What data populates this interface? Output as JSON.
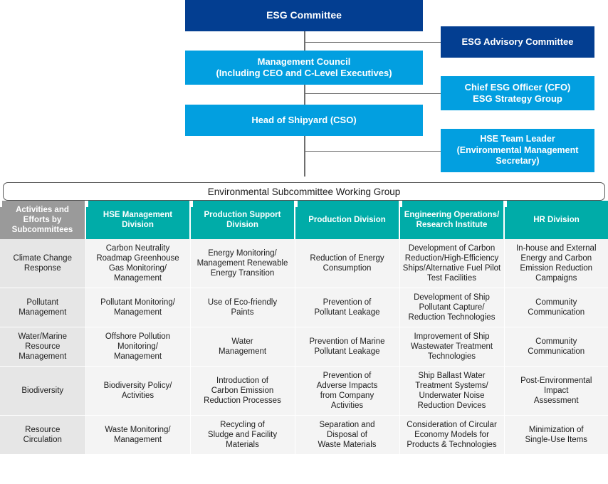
{
  "org_chart": {
    "nodes": [
      {
        "id": "esg-committee",
        "label": "ESG Committee",
        "color": "#033E91"
      },
      {
        "id": "mgmt-council",
        "label": "Management Council\n(Including CEO and C-Level Executives)",
        "color": "#029FE0"
      },
      {
        "id": "head-shipyard",
        "label": "Head of Shipyard (CSO)",
        "color": "#029FE0"
      },
      {
        "id": "advisory-committee",
        "label": "ESG Advisory Committee",
        "color": "#033E91"
      },
      {
        "id": "chief-esg-officer",
        "label": "Chief ESG Officer (CFO)\nESG Strategy Group",
        "color": "#029FE0"
      },
      {
        "id": "hse-team-leader",
        "label": "HSE Team Leader\n(Environmental Management\nSecretary)",
        "color": "#029FE0"
      }
    ],
    "nodes_text": {
      "esg_committee": "ESG Committee",
      "mgmt_council_line1": "Management Council",
      "mgmt_council_line2": "(Including CEO and C-Level Executives)",
      "head_shipyard": "Head of Shipyard (CSO)",
      "advisory_committee": "ESG Advisory Committee",
      "chief_esg_officer_line1": "Chief ESG Officer (CFO)",
      "chief_esg_officer_line2": "ESG Strategy Group",
      "hse_team_leader_line1": "HSE Team Leader",
      "hse_team_leader_line2": "(Environmental Management",
      "hse_team_leader_line3": "Secretary)"
    },
    "connector_color": "#6e6e6e"
  },
  "banner": {
    "title": "Environmental Subcommittee Working Group",
    "border_color": "#555555",
    "background": "#FFFFFF"
  },
  "matrix": {
    "header_accent": "#00ACA8",
    "rowlabel_header_color": "#9A9A9A",
    "columns": [
      "Activities and\nEfforts by\nSubcommittees",
      "HSE Management\nDivision",
      "Production Support\nDivision",
      "Production Division",
      "Engineering Operations/\nResearch Institute",
      "HR Division"
    ],
    "columns_lines": [
      [
        "Activities and",
        "Efforts by",
        "Subcommittees"
      ],
      [
        "HSE Management",
        "Division"
      ],
      [
        "Production Support",
        "Division"
      ],
      [
        "Production Division"
      ],
      [
        "Engineering Operations/",
        "Research Institute"
      ],
      [
        "HR Division"
      ]
    ],
    "rows": [
      {
        "label": "Climate Change\nResponse",
        "cells": [
          "Carbon Neutrality\nRoadmap Greenhouse\nGas Monitoring/\nManagement",
          "Energy Monitoring/\nManagement Renewable\nEnergy Transition",
          "Reduction of Energy\nConsumption",
          "Development of Carbon\nReduction/High-Efficiency\nShips/Alternative Fuel Pilot\nTest Facilities",
          "In-house and External\nEnergy and Carbon\nEmission Reduction\nCampaigns"
        ]
      },
      {
        "label": "Pollutant\nManagement",
        "cells": [
          "Pollutant Monitoring/\nManagement",
          "Use of Eco-friendly\nPaints",
          "Prevention of\nPollutant Leakage",
          "Development of Ship\nPollutant Capture/\nReduction Technologies",
          "Community\nCommunication"
        ]
      },
      {
        "label": "Water/Marine\nResource\nManagement",
        "cells": [
          "Offshore Pollution\nMonitoring/\nManagement",
          "Water\nManagement",
          "Prevention of Marine\nPollutant Leakage",
          "Improvement of Ship\nWastewater Treatment\nTechnologies",
          "Community\nCommunication"
        ]
      },
      {
        "label": "Biodiversity",
        "cells": [
          "Biodiversity Policy/\nActivities",
          "Introduction of\nCarbon Emission\nReduction Processes",
          "Prevention of\nAdverse Impacts\nfrom Company\nActivities",
          "Ship Ballast Water\nTreatment Systems/\nUnderwater Noise\nReduction Devices",
          "Post-Environmental\nImpact\nAssessment"
        ]
      },
      {
        "label": "Resource\nCirculation",
        "cells": [
          "Waste Monitoring/\nManagement",
          "Recycling of\nSludge and Facility\nMaterials",
          "Separation and\nDisposal of\nWaste Materials",
          "Consideration of Circular\nEconomy Models for\nProducts & Technologies",
          "Minimization of\nSingle-Use Items"
        ]
      }
    ]
  }
}
